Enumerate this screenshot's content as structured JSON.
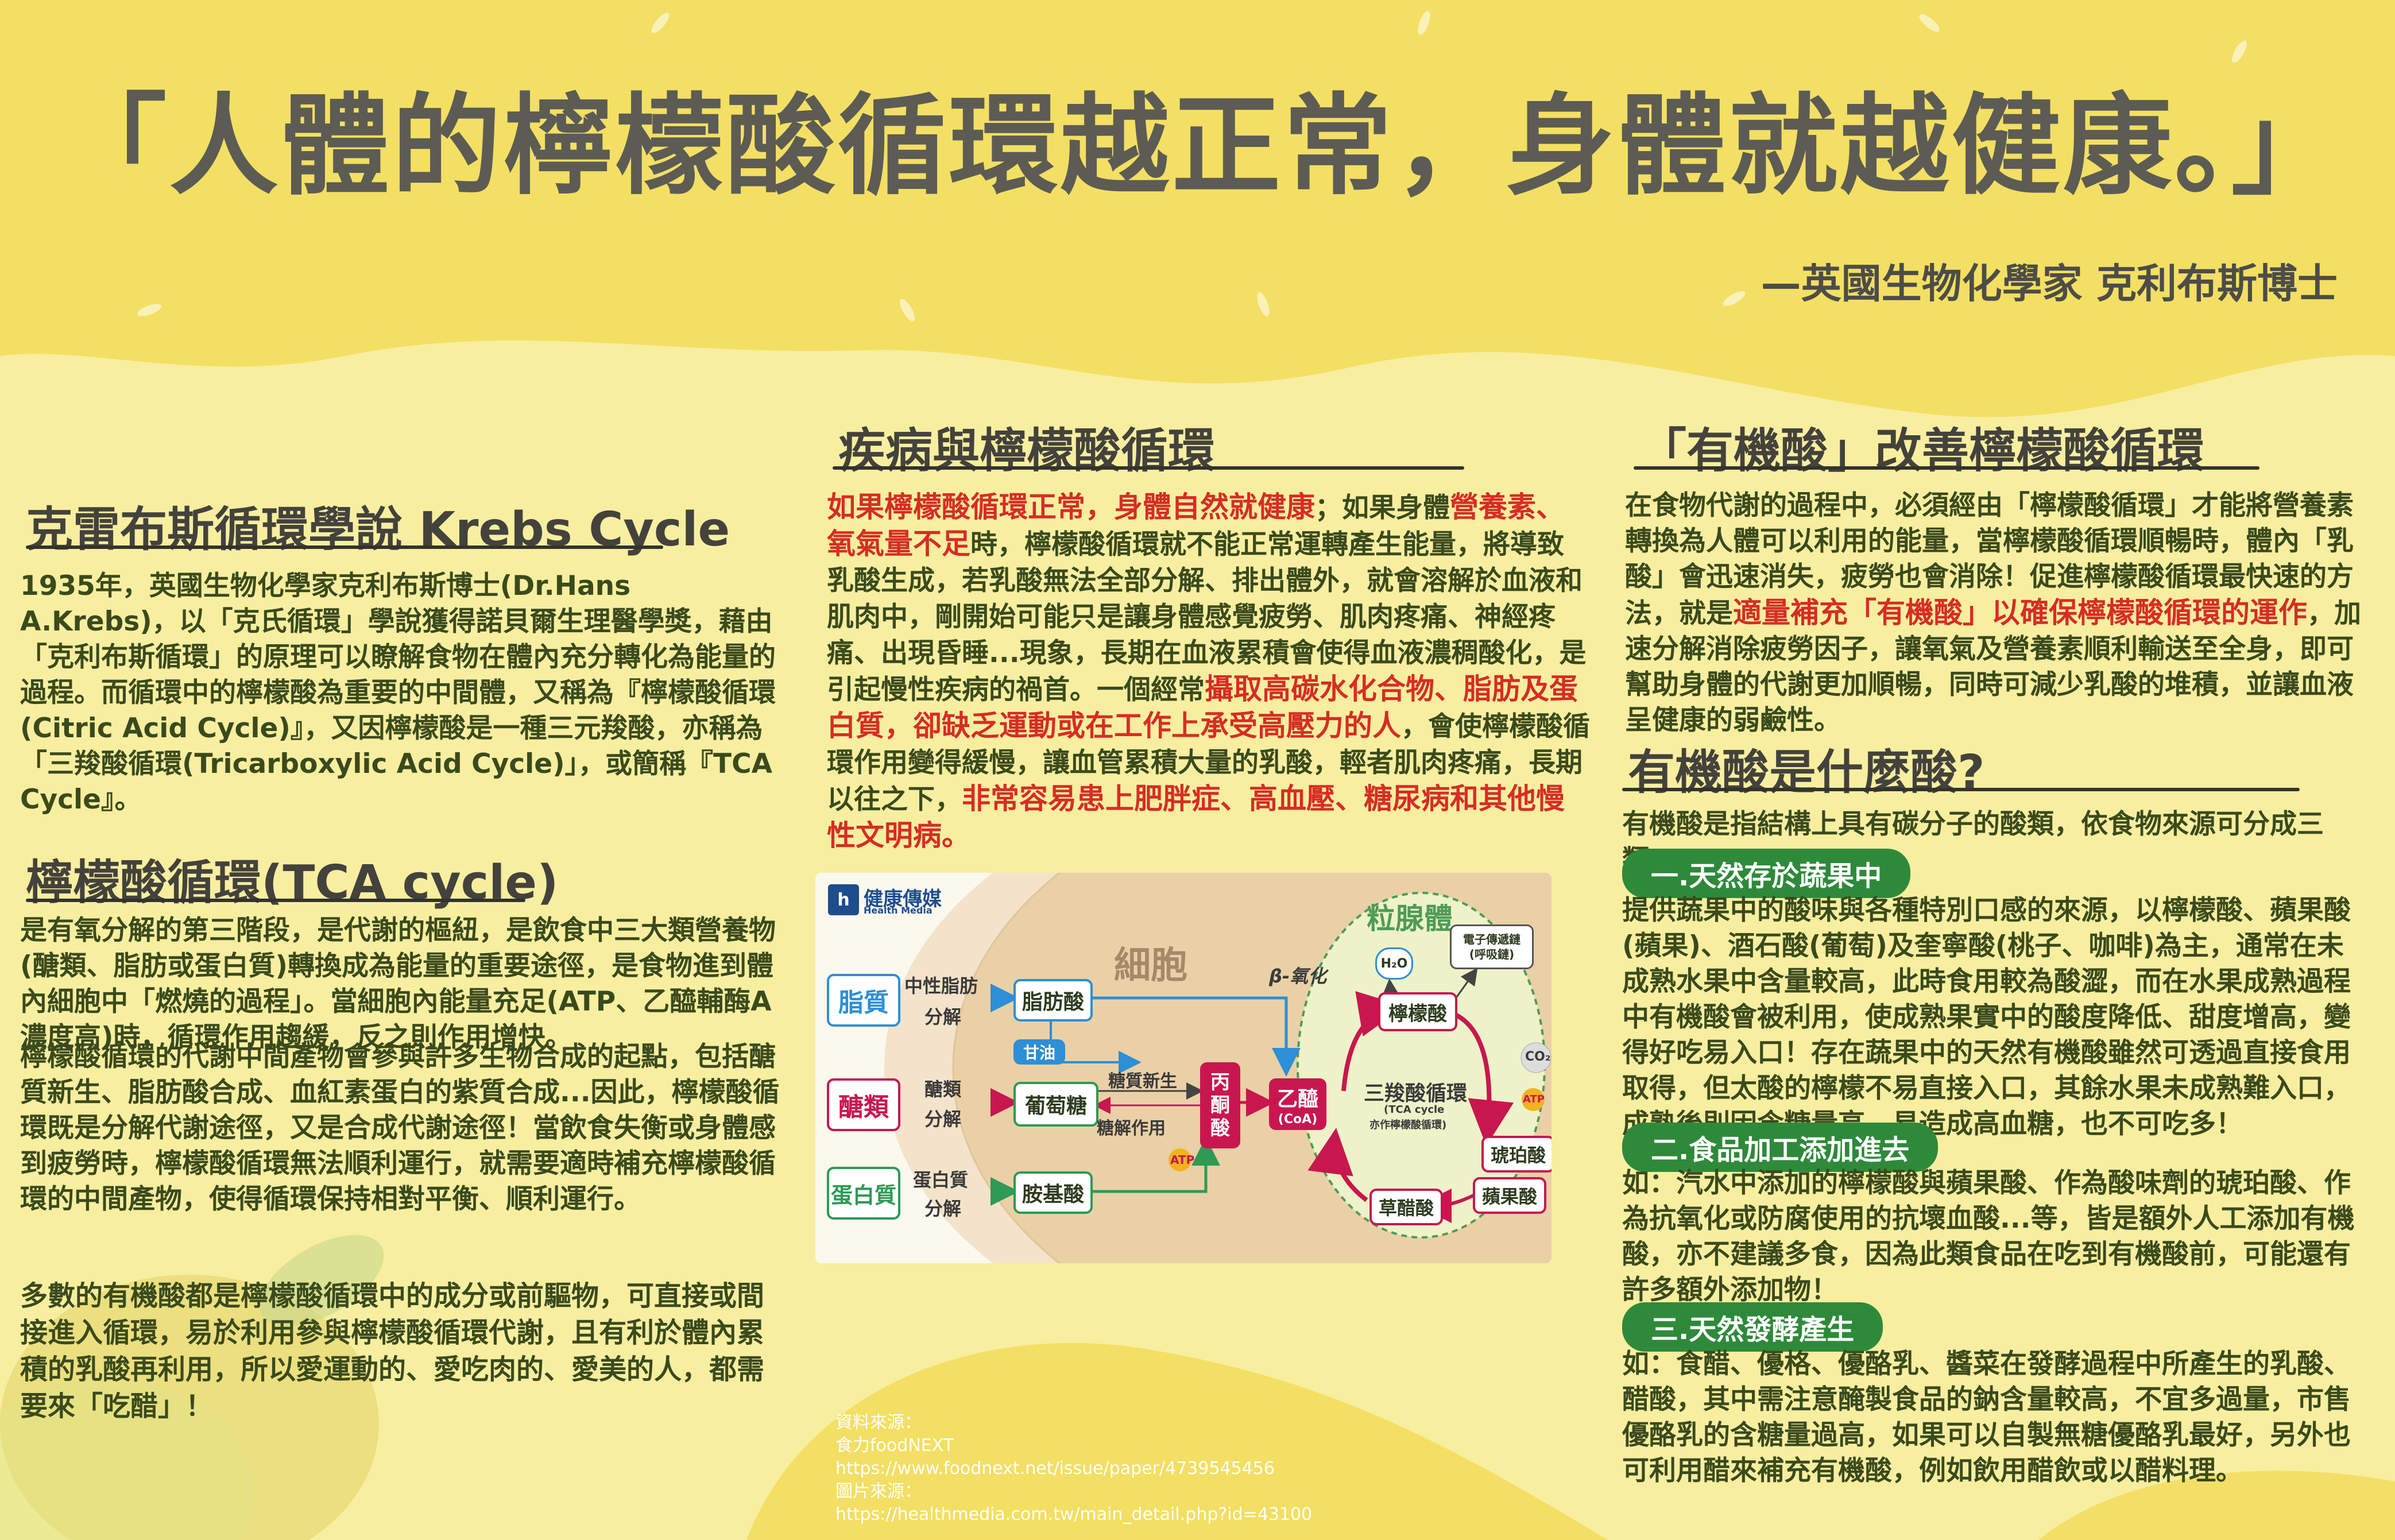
{
  "header": {
    "title": "「人體的檸檬酸循環越正常，身體就越健康。」",
    "attribution": "—英國生物化學家  克利布斯博士"
  },
  "krebs": {
    "heading": "克雷布斯循環學說 Krebs Cycle",
    "body": "1935年，英國生物化學家克利布斯博士(Dr.Hans A.Krebs)，以「克氏循環」學說獲得諾貝爾生理醫學獎，藉由「克利布斯循環」的原理可以瞭解食物在體內充分轉化為能量的過程。而循環中的檸檬酸為重要的中間體，又稱為『檸檬酸循環(Citric Acid Cycle)』，又因檸檬酸是一種三元羧酸，亦稱為「三羧酸循環(Tricarboxylic Acid Cycle)」，或簡稱『TCA Cycle』。"
  },
  "tca": {
    "heading": "檸檬酸循環(TCA cycle)",
    "body1": "是有氧分解的第三階段，是代謝的樞紐，是飲食中三大類營養物(醣類、脂肪或蛋白質)轉換成為能量的重要途徑，是食物進到體內細胞中「燃燒的過程」。當細胞內能量充足(ATP、乙醯輔酶A濃度高)時，循環作用趨緩，反之則作用增快。",
    "body2": "檸檬酸循環的代謝中間產物會參與許多生物合成的起點，包括醣質新生、脂肪酸合成、血紅素蛋白的紫質合成...因此，檸檬酸循環既是分解代謝途徑，又是合成代謝途徑！當飲食失衡或身體感到疲勞時，檸檬酸循環無法順利運行，就需要適時補充檸檬酸循環的中間產物，使得循環保持相對平衡、順利運行。",
    "body3": "多數的有機酸都是檸檬酸循環中的成分或前驅物，可直接或間接進入循環，易於利用參與檸檬酸循環代謝，且有利於體內累積的乳酸再利用，所以愛運動的、愛吃肉的、愛美的人，都需要來「吃醋」！"
  },
  "disease": {
    "heading": "疾病與檸檬酸循環",
    "r1": "如果檸檬酸循環正常，身體自然就健康",
    "t1": "；如果身體",
    "r2": "營養素、氧氣量不足",
    "t2": "時，檸檬酸循環就不能正常運轉產生能量，將導致乳酸生成，若乳酸無法全部分解、排出體外，就會溶解於血液和肌肉中，剛開始可能只是讓身體感覺疲勞、肌肉疼痛、神經疼痛、出現昏睡...現象，長期在血液累積會使得血液濃稠酸化，是引起慢性疾病的禍首。一個經常",
    "r3": "攝取高碳水化合物、脂肪及蛋白質，卻缺乏運動或在工作上承受高壓力的人",
    "t3": "，會使檸檬酸循環作用變得緩慢，讓血管累積大量的乳酸，輕者肌肉疼痛，長期以往之下，",
    "r4": "非常容易患上肥胖症、高血壓、糖尿病和其他慢性文明病。"
  },
  "organic": {
    "heading": "「有機酸」改善檸檬酸循環",
    "t1": "在食物代謝的過程中，必須經由「檸檬酸循環」才能將營養素轉換為人體可以利用的能量，當檸檬酸循環順暢時，體內「乳酸」會迅速消失，疲勞也會消除！促進檸檬酸循環最快速的方法，就是",
    "r1": "適量補充「有機酸」以確保檸檬酸循環的運作",
    "t2": "，加速分解消除疲勞因子，讓氧氣及營養素順利輸送至全身，即可幫助身體的代謝更加順暢，同時可減少乳酸的堆積，並讓血液呈健康的弱鹼性。"
  },
  "whatis": {
    "heading": "有機酸是什麼酸?",
    "intro": "有機酸是指結構上具有碳分子的酸類，依食物來源可分成三類：",
    "cat1": "一.天然存於蔬果中",
    "cat1_body": "提供蔬果中的酸味與各種特別口感的來源，以檸檬酸、蘋果酸(蘋果)、酒石酸(葡萄)及奎寧酸(桃子、咖啡)為主，通常在未成熟水果中含量較高，此時食用較為酸澀，而在水果成熟過程中有機酸會被利用，使成熟果實中的酸度降低、甜度增高，變得好吃易入口！存在蔬果中的天然有機酸雖然可透過直接食用取得，但太酸的檸檬不易直接入口，其餘水果未成熟難入口，成熟後則因含糖量高，易造成高血糖，也不可吃多！",
    "cat2": "二.食品加工添加進去",
    "cat2_body": "如：汽水中添加的檸檬酸與蘋果酸、作為酸味劑的琥珀酸、作為抗氧化或防腐使用的抗壞血酸...等，皆是額外人工添加有機酸，亦不建議多食，因為此類食品在吃到有機酸前，可能還有許多額外添加物！",
    "cat3": "三.天然發酵產生",
    "cat3_body": "如：食醋、優格、優酪乳、醬菜在發酵過程中所產生的乳酸、醋酸，其中需注意醃製食品的鈉含量較高，不宜多過量，市售優酪乳的含糖量過高，如果可以自製無糖優酪乳最好，另外也可利用醋來補充有機酸，例如飲用醋飲或以醋料理。"
  },
  "source": {
    "line1": "資料來源：",
    "line2": "食力foodNEXT",
    "line3": "https://www.foodnext.net/issue/paper/4739545456",
    "line4": "圖片來源：",
    "line5": "https://healthmedia.com.tw/main_detail.php?id=43100"
  },
  "diagram": {
    "logo": "健康傳媒",
    "logo_sub": "Health Media",
    "cell": "細胞",
    "mito": "粒腺體",
    "fat": "脂質",
    "sugar": "醣類",
    "protein": "蛋白質",
    "fat_split": "中性脂肪",
    "split": "分解",
    "sugar_split": "醣類",
    "protein_split": "蛋白質",
    "fatty_acid": "脂肪酸",
    "glycerol": "甘油",
    "glucose": "葡萄糖",
    "amino": "胺基酸",
    "gluconeo": "糖質新生",
    "glycolysis": "糖解作用",
    "atp": "ATP",
    "pyruvate": "丙酮酸",
    "beta": "β-氧化",
    "acetyl": "乙醯",
    "coa": "(CoA)",
    "citric": "檸檬酸",
    "tca": "三羧酸循環",
    "tca_sub1": "(TCA cycle",
    "tca_sub2": "亦作檸檬酸循環)",
    "succinic": "琥珀酸",
    "malic": "蘋果酸",
    "oxalo": "草醋酸",
    "etc1": "電子傳遞鏈",
    "etc2": "(呼吸鏈)",
    "h2o": "H₂O",
    "co2": "CO₂"
  },
  "colors": {
    "background": "#f8eea0",
    "band": "#f3df63",
    "red": "#d62d24",
    "green_pill": "#2e8a3a"
  }
}
